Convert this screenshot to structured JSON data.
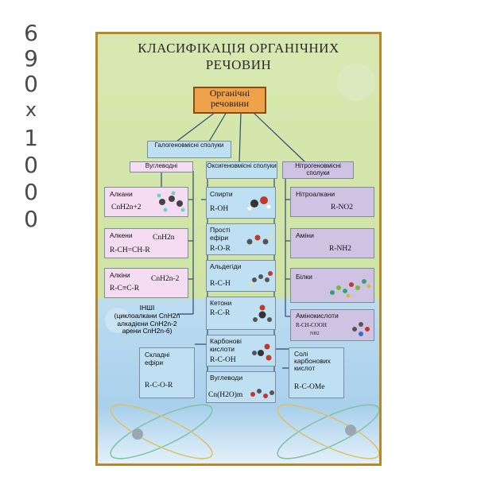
{
  "side_dimension": [
    "6",
    "9",
    "0",
    "x",
    "1",
    "0",
    "0",
    "0"
  ],
  "poster": {
    "title_line1": "КЛАСИФІКАЦІЯ ОРГАНІЧНИХ",
    "title_line2": "РЕЧОВИН",
    "root_line1": "Органічні",
    "root_line2": "речовини",
    "halogen": "Галогеновмісні сполуки",
    "hydrocarbons": "Вуглеводні",
    "oxygen": "Оксигеновмісні сполуки",
    "nitrogen": "Нітрогеновмісні сполуки",
    "alkanes": {
      "name": "Алкани",
      "formula": "CnH2n+2"
    },
    "alkenes": {
      "name": "Алкени",
      "general": "CnH2n",
      "formula": "R-CH=CH-R"
    },
    "alkynes": {
      "name": "Алкіни",
      "general": "CnH2n-2",
      "formula": "R-C≡C-R"
    },
    "other": {
      "line1": "ІНШІ",
      "line2": "(циклоалкани CnH2n",
      "line3": "алкадієни CnH2n-2",
      "line4": "арени CnH2n-6)"
    },
    "alcohols": {
      "name": "Спирти",
      "formula": "R-OH"
    },
    "ethers": {
      "line1": "Прості",
      "line2": "ефіри",
      "formula": "R-O-R"
    },
    "aldehydes": {
      "name": "Альдегіди",
      "formula": "R-C-H"
    },
    "ketones": {
      "name": "Кетони",
      "formula": "R-C-R"
    },
    "acids": {
      "line1": "Карбонові",
      "line2": "кислоти",
      "formula": "R-C-OH"
    },
    "carbs": {
      "name": "Вуглеводи",
      "formula": "Cn(H2O)m"
    },
    "esters": {
      "line1": "Складні",
      "line2": "ефіри",
      "formula": "R-C-O-R"
    },
    "nitroalkanes": {
      "name": "Нітроалкани",
      "formula": "R-NO2"
    },
    "amines": {
      "name": "Аміни",
      "formula": "R-NH2"
    },
    "proteins": {
      "name": "Білки"
    },
    "aminoacids": {
      "name": "Амінокислоти",
      "formula": "R-CH-COOH",
      "sub": "NH2"
    },
    "salts": {
      "line1": "Солі",
      "line2": "карбонових",
      "line3": "кислот",
      "formula": "R-C-OMe"
    }
  },
  "colors": {
    "frame": "#b8862b",
    "root": "#f0a24a",
    "pink": "#f6dcf2",
    "blue": "#bfe0f3",
    "violet": "#cfc3e4"
  }
}
